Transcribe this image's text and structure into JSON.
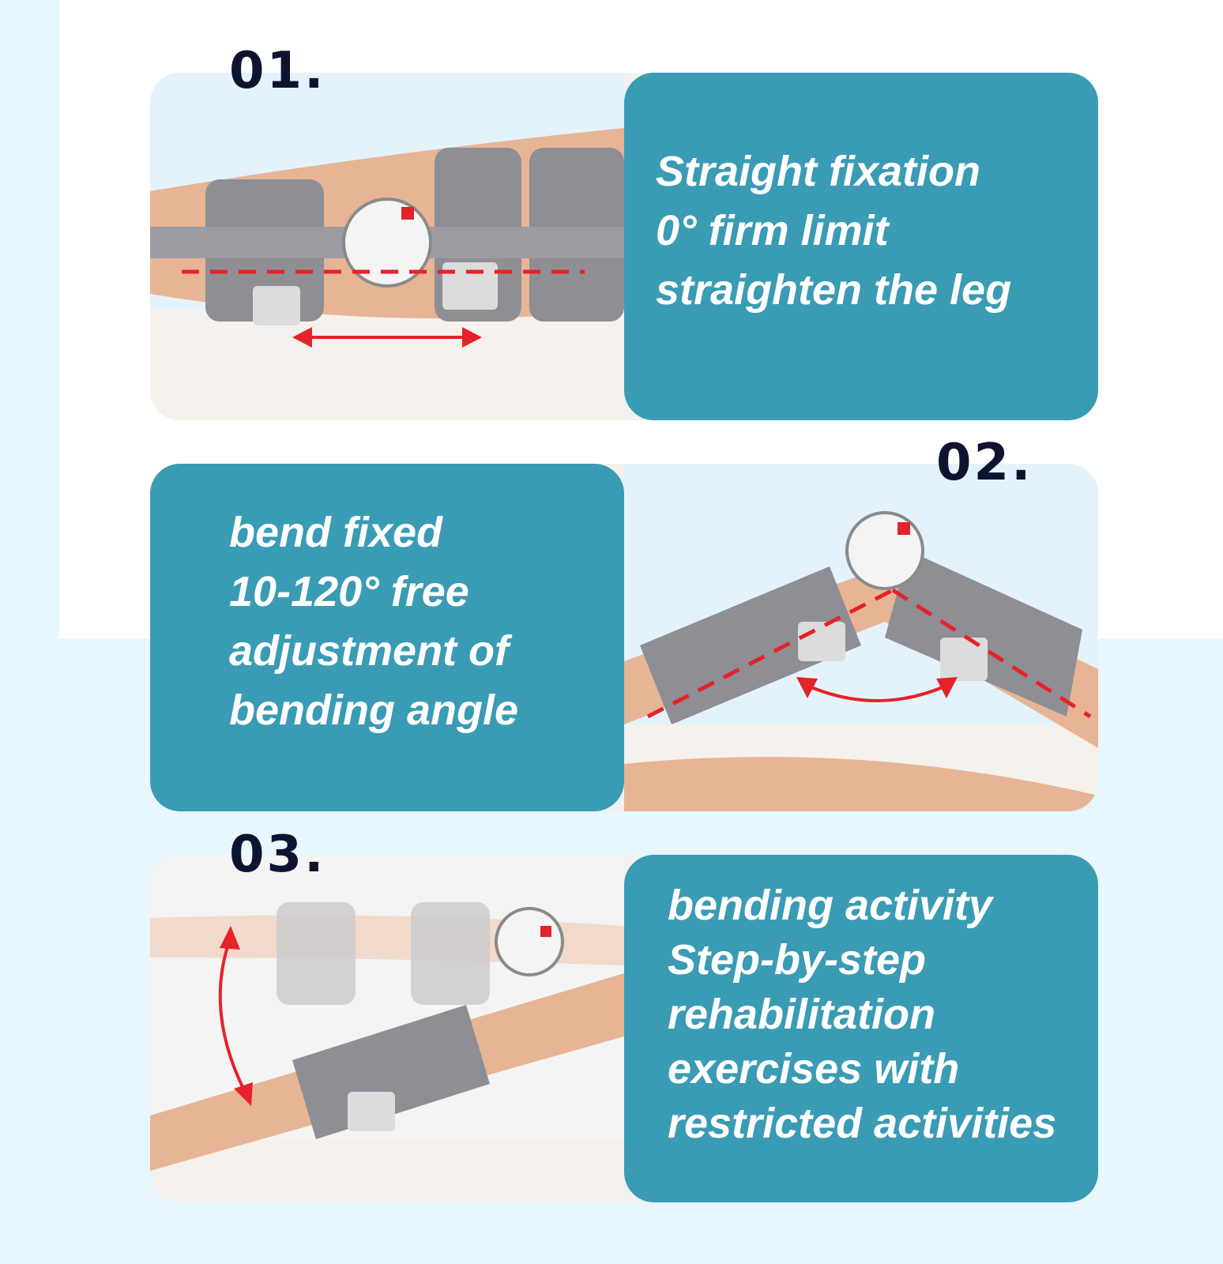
{
  "colors": {
    "page_background": "#e8f6fd",
    "text_box": "#3a9bb4",
    "step_number": "#0e1430",
    "caption_text": "#ffffff",
    "guide_line": "#e5222a"
  },
  "steps": [
    {
      "number": "01.",
      "lines": [
        "Straight fixation",
        "0° firm limit",
        "straighten the leg"
      ]
    },
    {
      "number": "02.",
      "lines": [
        "bend fixed",
        "10-120° free",
        "adjustment of",
        "bending angle"
      ]
    },
    {
      "number": "03.",
      "lines": [
        "bending activity",
        "Step-by-step",
        "rehabilitation",
        "exercises with",
        "restricted activities"
      ]
    }
  ]
}
